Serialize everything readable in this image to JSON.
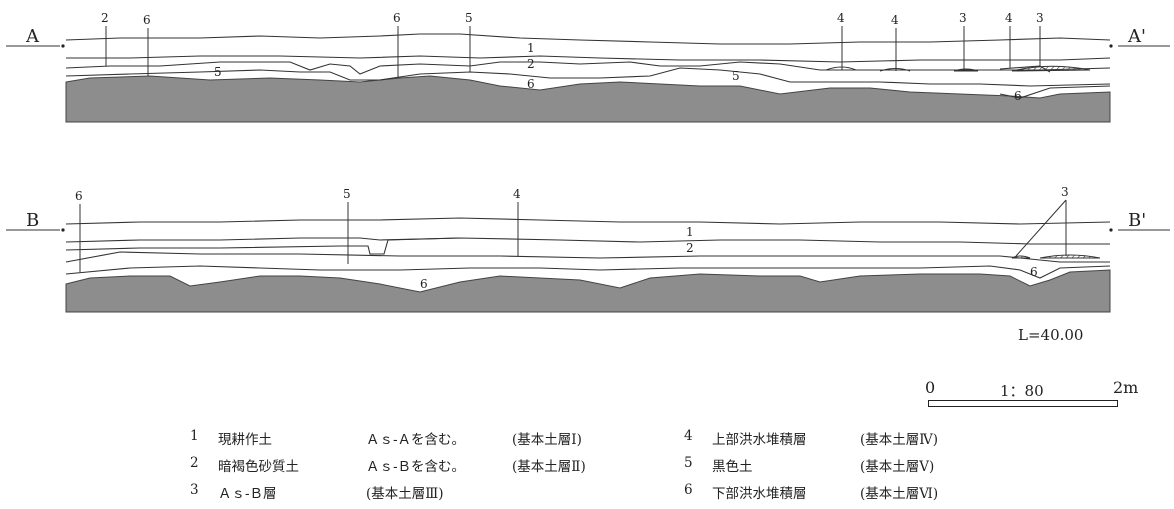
{
  "sections": {
    "a": {
      "left": "A",
      "right": "A'",
      "markers": [
        "2",
        "6",
        "6",
        "5",
        "4",
        "4",
        "3",
        "4",
        "3"
      ]
    },
    "b": {
      "left": "B",
      "right": "B'",
      "markers": [
        "6",
        "5",
        "4",
        "3"
      ]
    }
  },
  "layer_labels": {
    "a": [
      "1",
      "2",
      "5",
      "6",
      "5",
      "6"
    ],
    "b": [
      "1",
      "2",
      "6",
      "6"
    ]
  },
  "elevation": "L=40.00",
  "scale": {
    "left": "0",
    "ratio": "1：80",
    "right": "2m"
  },
  "legend_left": [
    {
      "no": "1",
      "name": "現耕作土",
      "desc": "Ａｓ-Ａを含む。",
      "strat": "(基本土層Ⅰ)"
    },
    {
      "no": "2",
      "name": "暗褐色砂質土",
      "desc": "Ａｓ-Ｂを含む。",
      "strat": "(基本土層Ⅱ)"
    },
    {
      "no": "3",
      "name": "Ａｓ-Ｂ層",
      "desc": "",
      "strat": "(基本土層Ⅲ)"
    }
  ],
  "legend_right": [
    {
      "no": "4",
      "name": "上部洪水堆積層",
      "strat": "(基本土層Ⅳ)"
    },
    {
      "no": "5",
      "name": "黒色土",
      "strat": "(基本土層Ⅴ)"
    },
    {
      "no": "6",
      "name": "下部洪水堆積層",
      "strat": "(基本土層Ⅵ)"
    }
  ]
}
